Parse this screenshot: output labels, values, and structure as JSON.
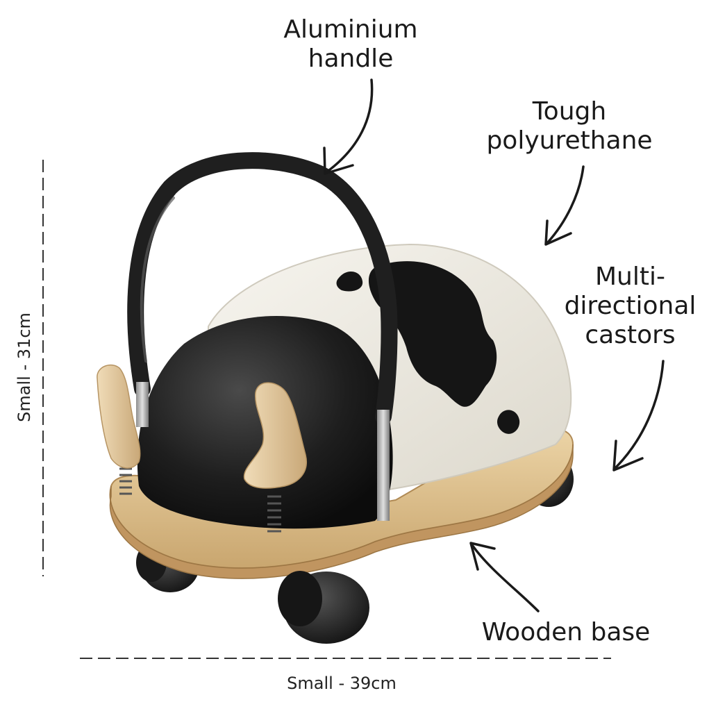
{
  "callouts": {
    "handle": [
      "Aluminium",
      "handle"
    ],
    "shell": [
      "Tough",
      "polyurethane"
    ],
    "castors": [
      "Multi-",
      "directional",
      "castors"
    ],
    "base": "Wooden base"
  },
  "dimensions": {
    "height": "Small - 31cm",
    "width": "Small - 39cm"
  },
  "colors": {
    "wood": "#e2c493",
    "shell_black": "#1e1e1e",
    "shell_white": "#efece4",
    "handle": "#2a2a2a"
  }
}
